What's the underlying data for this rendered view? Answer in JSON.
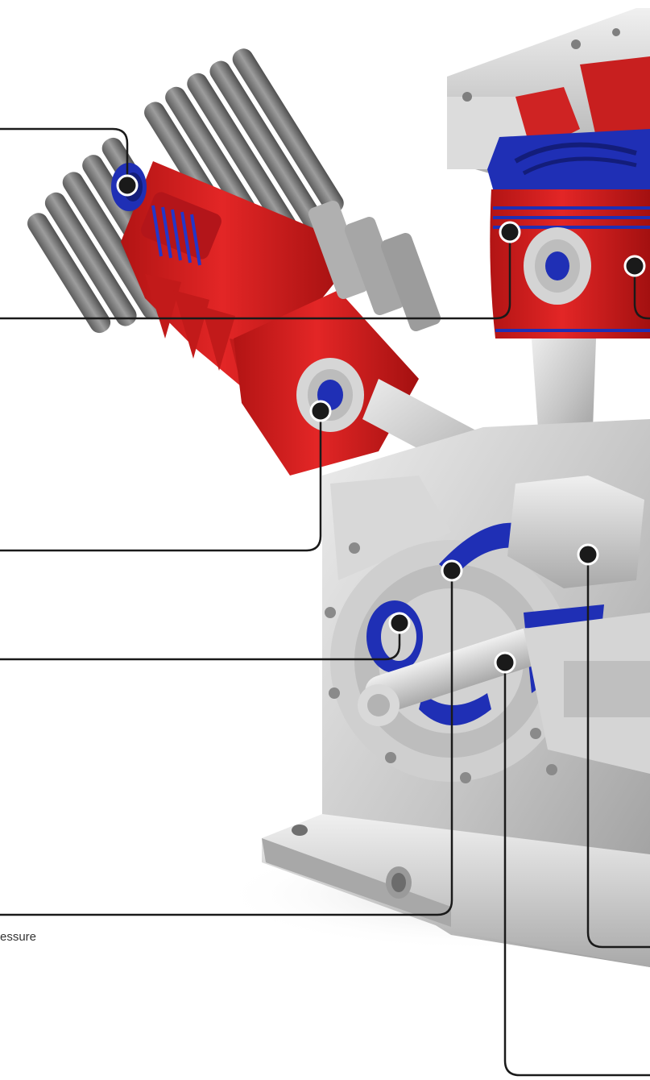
{
  "caption": {
    "text": "essure"
  },
  "colors": {
    "red": "#d91e1e",
    "dark_red": "#a51212",
    "blue": "#1f2fb5",
    "dark_blue": "#131d7a",
    "steel": "#c9c9c9",
    "steel_dark": "#8d8d8d",
    "steel_light": "#e6e6e6",
    "fin": "#707070",
    "callout": "#1a1a1a"
  },
  "callouts": [
    {
      "name": "callout-cylinder-valve-seal"
    },
    {
      "name": "callout-piston-rings"
    },
    {
      "name": "callout-piston-wall"
    },
    {
      "name": "callout-wrist-pin-bearing"
    },
    {
      "name": "callout-crank-seal-upper"
    },
    {
      "name": "callout-main-bearing"
    },
    {
      "name": "callout-shaft-seal"
    },
    {
      "name": "callout-crankshaft-journal"
    },
    {
      "name": "callout-connecting-rod-big-end"
    }
  ]
}
